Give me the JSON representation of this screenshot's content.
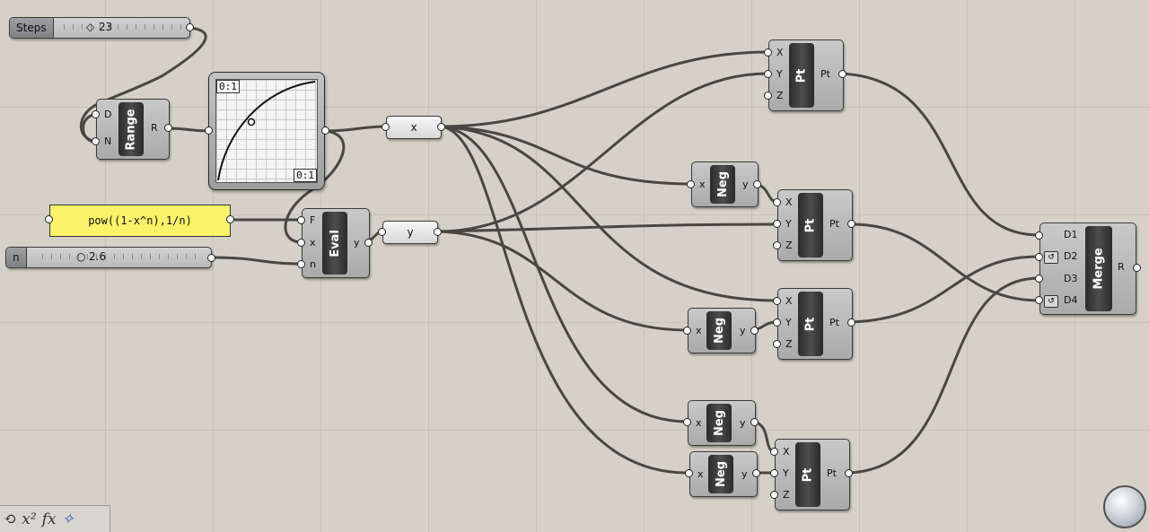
{
  "sliders": {
    "steps": {
      "name": "Steps",
      "value": "23"
    },
    "n": {
      "name": "n",
      "value": "2.6"
    }
  },
  "expression": "pow((1-x^n),1/n)",
  "graph_mapper": {
    "domain_top": "0:1",
    "domain_bottom": "0:1"
  },
  "range": {
    "title": "Range",
    "inputs": [
      "D",
      "N"
    ],
    "outputs": [
      "R"
    ]
  },
  "eval": {
    "title": "Eval",
    "inputs": [
      "F",
      "x",
      "n"
    ],
    "outputs": [
      "y"
    ]
  },
  "relays": {
    "x": "x",
    "y": "y"
  },
  "neg": {
    "title": "Neg",
    "input": "x",
    "output": "y"
  },
  "pt": {
    "title": "Pt",
    "inputs": [
      "X",
      "Y",
      "Z"
    ],
    "output": "Pt"
  },
  "merge": {
    "title": "Merge",
    "inputs": [
      "D1",
      "D2",
      "D3",
      "D4"
    ],
    "output": "R"
  },
  "toolbar": [
    {
      "icon": "cycle-icon",
      "label": ""
    },
    {
      "icon": "superscript-x2-icon",
      "label": "x²"
    },
    {
      "icon": "fx-icon",
      "label": "fx"
    },
    {
      "icon": "wand-icon",
      "label": ""
    }
  ]
}
